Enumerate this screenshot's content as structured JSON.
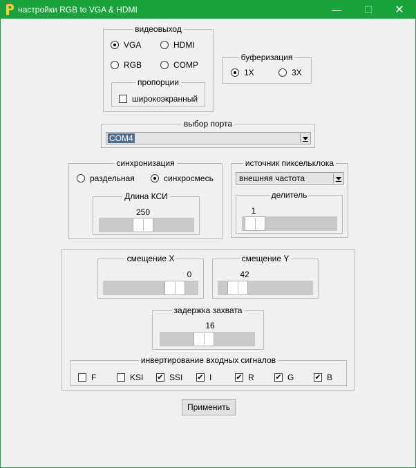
{
  "window": {
    "title": "настройки RGB to VGA & HDMI",
    "minimize_glyph": "—",
    "maximize_glyph": "☐",
    "close_glyph": "✕",
    "accent_color": "#1aa33c"
  },
  "videoout": {
    "title": "видеовыход",
    "options": [
      {
        "label": "VGA",
        "selected": true
      },
      {
        "label": "HDMI",
        "selected": false
      },
      {
        "label": "RGB",
        "selected": false
      },
      {
        "label": "COMP",
        "selected": false
      }
    ],
    "proportions": {
      "title": "пропорции",
      "widescreen_label": "широкоэкранный",
      "widescreen_checked": false
    }
  },
  "buffering": {
    "title": "буферизация",
    "options": [
      {
        "label": "1X",
        "selected": true
      },
      {
        "label": "3X",
        "selected": false
      }
    ]
  },
  "port": {
    "title": "выбор порта",
    "value": "COM4"
  },
  "sync": {
    "title": "синхронизация",
    "options": [
      {
        "label": "раздельная",
        "selected": false
      },
      {
        "label": "синхросмесь",
        "selected": true
      }
    ],
    "ksi_length": {
      "title": "Длина КСИ",
      "value": "250",
      "fraction": 0.45
    }
  },
  "pixelclock": {
    "title": "источник пиксельклока",
    "value": "внешняя частота",
    "divider": {
      "title": "делитель",
      "value": "1",
      "fraction": 0.0
    }
  },
  "offsets": {
    "x": {
      "title": "смещение X",
      "value": "0",
      "fraction": 0.85
    },
    "y": {
      "title": "смещение Y",
      "value": "42",
      "fraction": 0.1
    },
    "capture_delay": {
      "title": "задержка захвата",
      "value": "16",
      "fraction": 0.45
    }
  },
  "invert": {
    "title": "инвертирование входных сигналов",
    "signals": [
      {
        "label": "F",
        "checked": false
      },
      {
        "label": "KSI",
        "checked": false
      },
      {
        "label": "SSI",
        "checked": true
      },
      {
        "label": "I",
        "checked": true
      },
      {
        "label": "R",
        "checked": true
      },
      {
        "label": "G",
        "checked": true
      },
      {
        "label": "B",
        "checked": true
      }
    ]
  },
  "apply_label": "Применить"
}
